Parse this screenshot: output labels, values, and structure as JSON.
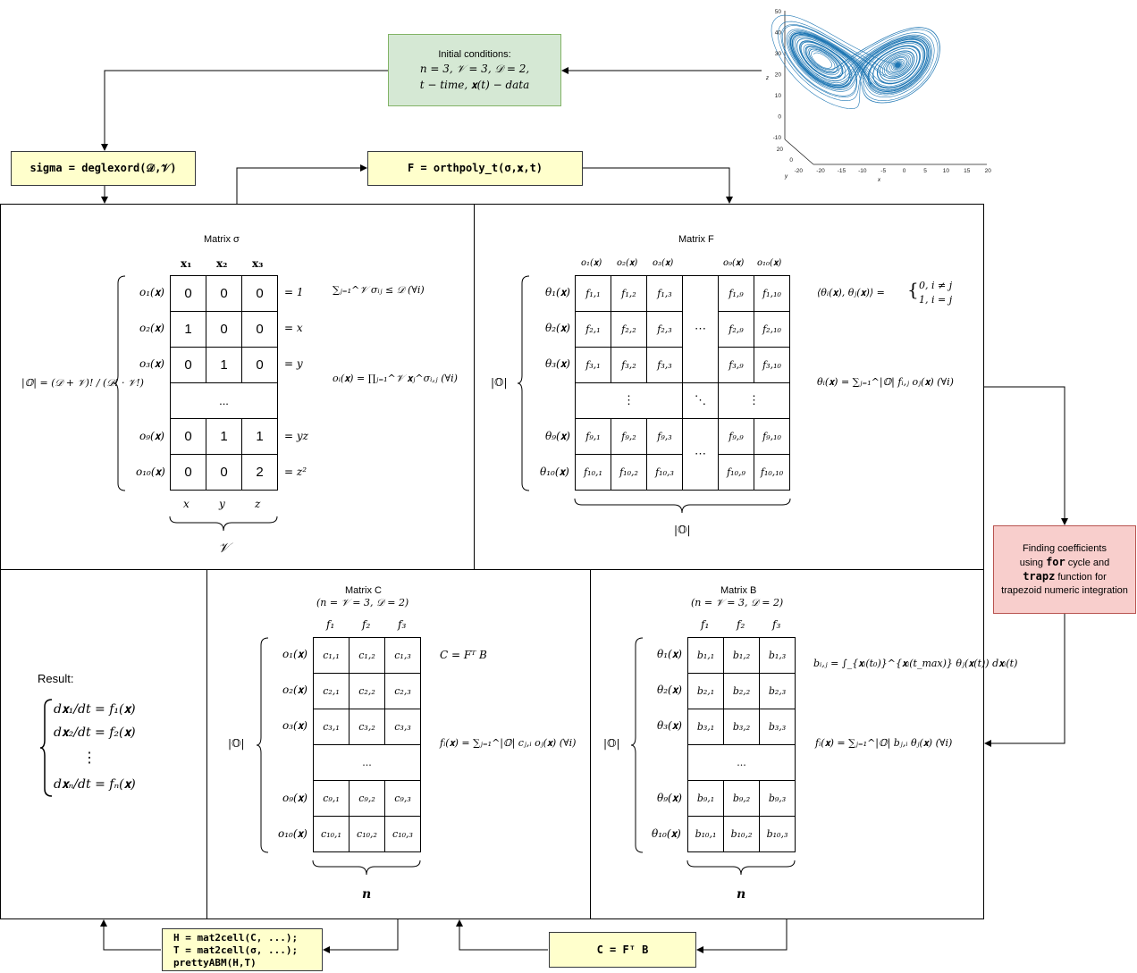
{
  "initial": {
    "line1": "Initial conditions:",
    "line2": "n = 3,  𝒱 = 3,  𝒟 = 2,",
    "line3": "t − time,  𝐱(t) − data"
  },
  "sigma_box": "sigma = deglexord(𝒟,𝒱)",
  "f_box": "F = orthpoly_t(σ,𝐱,t)",
  "coef_box": {
    "line1": "Finding coefficients",
    "line2a": "using ",
    "for_kw": "for",
    "line2b": " cycle and",
    "trapz_kw": "trapz",
    "line3b": " function for",
    "line4": "trapezoid numeric integration"
  },
  "h_box": {
    "line1": "H = mat2cell(C, ...);",
    "line2": "T = mat2cell(σ, ...);",
    "line3": "prettyABM(H,T)"
  },
  "c_box": "C = Fᵀ B",
  "plot3d": {
    "z_ticks": [
      "50",
      "40",
      "30",
      "20",
      "10",
      "0",
      "-10"
    ],
    "x_ticks": [
      "-20",
      "-15",
      "-10",
      "-5",
      "0",
      "5",
      "10",
      "15",
      "20"
    ],
    "y_ticks": [
      "20",
      "0",
      "-20"
    ],
    "xlabel": "x",
    "ylabel": "y",
    "zlabel": "z",
    "color": "#1f77b4"
  },
  "matrix_sigma": {
    "title": "Matrix σ",
    "cols": [
      "𝐱₁",
      "𝐱₂",
      "𝐱₃"
    ],
    "rows": [
      "o₁(𝐱)",
      "o₂(𝐱)",
      "o₃(𝐱)",
      "o₉(𝐱)",
      "o₁₀(𝐱)"
    ],
    "values": [
      [
        "0",
        "0",
        "0"
      ],
      [
        "1",
        "0",
        "0"
      ],
      [
        "0",
        "1",
        "0"
      ],
      [
        "0",
        "1",
        "1"
      ],
      [
        "0",
        "0",
        "2"
      ]
    ],
    "right": [
      "= 1",
      "= x",
      "= y",
      "= yz",
      "= z²"
    ],
    "bottom": [
      "x",
      "y",
      "z"
    ],
    "ellipsis": "...",
    "brace_label": "𝒱",
    "cardinality": "|𝕆| = (𝒟 + 𝒱)! / (𝒟! · 𝒱!)",
    "f1": "∑ⱼ₌₁^𝒱 σᵢⱼ ≤ 𝒟 (∀i)",
    "f2": "oᵢ(𝐱) = ∏ⱼ₌₁^𝒱 𝐱ⱼ^σᵢ,ⱼ (∀i)"
  },
  "matrix_F": {
    "title": "Matrix F",
    "cols": [
      "o₁(𝐱)",
      "o₂(𝐱)",
      "o₃(𝐱)",
      "",
      "o₉(𝐱)",
      "o₁₀(𝐱)"
    ],
    "rows": [
      "θ₁(𝐱)",
      "θ₂(𝐱)",
      "θ₃(𝐱)",
      "θ₉(𝐱)",
      "θ₁₀(𝐱)"
    ],
    "values": [
      [
        "f₁,₁",
        "f₁,₂",
        "f₁,₃",
        "f₁,₉",
        "f₁,₁₀"
      ],
      [
        "f₂,₁",
        "f₂,₂",
        "f₂,₃",
        "f₂,₉",
        "f₂,₁₀"
      ],
      [
        "f₃,₁",
        "f₃,₂",
        "f₃,₃",
        "f₃,₉",
        "f₃,₁₀"
      ],
      [
        "f₉,₁",
        "f₉,₂",
        "f₉,₃",
        "f₉,₉",
        "f₉,₁₀"
      ],
      [
        "f₁₀,₁",
        "f₁₀,₂",
        "f₁₀,₃",
        "f₁₀,₉",
        "f₁₀,₁₀"
      ]
    ],
    "hdots": "⋯",
    "vdots": "⋮",
    "ddots": "⋱",
    "left_label": "|𝕆|",
    "bottom_label": "|𝕆|",
    "f1": "⟨θᵢ(𝐱), θⱼ(𝐱)⟩ = { 0,  i ≠ j ; 1,  i = j }",
    "f1a": "⟨θᵢ(𝐱), θⱼ(𝐱)⟩ =",
    "f1b": "0,   i ≠ j",
    "f1c": "1,   i = j",
    "f2": "θᵢ(𝐱) = ∑ⱼ₌₁^|𝕆| fᵢ,ⱼ oⱼ(𝐱) (∀i)"
  },
  "matrix_C": {
    "title": "Matrix C",
    "subtitle": "(n = 𝒱 = 3, 𝒟 = 2)",
    "cols": [
      "f₁",
      "f₂",
      "f₃"
    ],
    "rows": [
      "o₁(𝐱)",
      "o₂(𝐱)",
      "o₃(𝐱)",
      "o₉(𝐱)",
      "o₁₀(𝐱)"
    ],
    "values": [
      [
        "c₁,₁",
        "c₁,₂",
        "c₁,₃"
      ],
      [
        "c₂,₁",
        "c₂,₂",
        "c₂,₃"
      ],
      [
        "c₃,₁",
        "c₃,₂",
        "c₃,₃"
      ],
      [
        "c₉,₁",
        "c₉,₂",
        "c₉,₃"
      ],
      [
        "c₁₀,₁",
        "c₁₀,₂",
        "c₁₀,₃"
      ]
    ],
    "ellipsis": "...",
    "left_label": "|𝕆|",
    "bottom_label": "n",
    "f1": "C = Fᵀ B",
    "f2": "fᵢ(𝐱) = ∑ⱼ₌₁^|𝕆| cⱼ,ᵢ oⱼ(𝐱) (∀i)"
  },
  "matrix_B": {
    "title": "Matrix B",
    "subtitle": "(n = 𝒱 = 3, 𝒟 = 2)",
    "cols": [
      "f₁",
      "f₂",
      "f₃"
    ],
    "rows": [
      "θ₁(𝐱)",
      "θ₂(𝐱)",
      "θ₃(𝐱)",
      "θ₉(𝐱)",
      "θ₁₀(𝐱)"
    ],
    "values": [
      [
        "b₁,₁",
        "b₁,₂",
        "b₁,₃"
      ],
      [
        "b₂,₁",
        "b₂,₂",
        "b₂,₃"
      ],
      [
        "b₃,₁",
        "b₃,₂",
        "b₃,₃"
      ],
      [
        "b₉,₁",
        "b₉,₂",
        "b₉,₃"
      ],
      [
        "b₁₀,₁",
        "b₁₀,₂",
        "b₁₀,₃"
      ]
    ],
    "ellipsis": "...",
    "left_label": "|𝕆|",
    "bottom_label": "n",
    "f1": "bᵢ,ⱼ = ∫_{𝐱ᵢ(t₀)}^{𝐱ᵢ(t_max)} θⱼ(𝐱(t)) d𝐱ᵢ(t)",
    "f2": "fᵢ(𝐱) = ∑ⱼ₌₁^|𝕆| bⱼ,ᵢ θⱼ(𝐱) (∀i)"
  },
  "result": {
    "title": "Result:",
    "eq1": "d𝐱₁/dt = f₁(𝐱)",
    "eq2": "d𝐱₂/dt = f₂(𝐱)",
    "vdots": "⋮",
    "eq3": "d𝐱ₙ/dt = fₙ(𝐱)"
  }
}
